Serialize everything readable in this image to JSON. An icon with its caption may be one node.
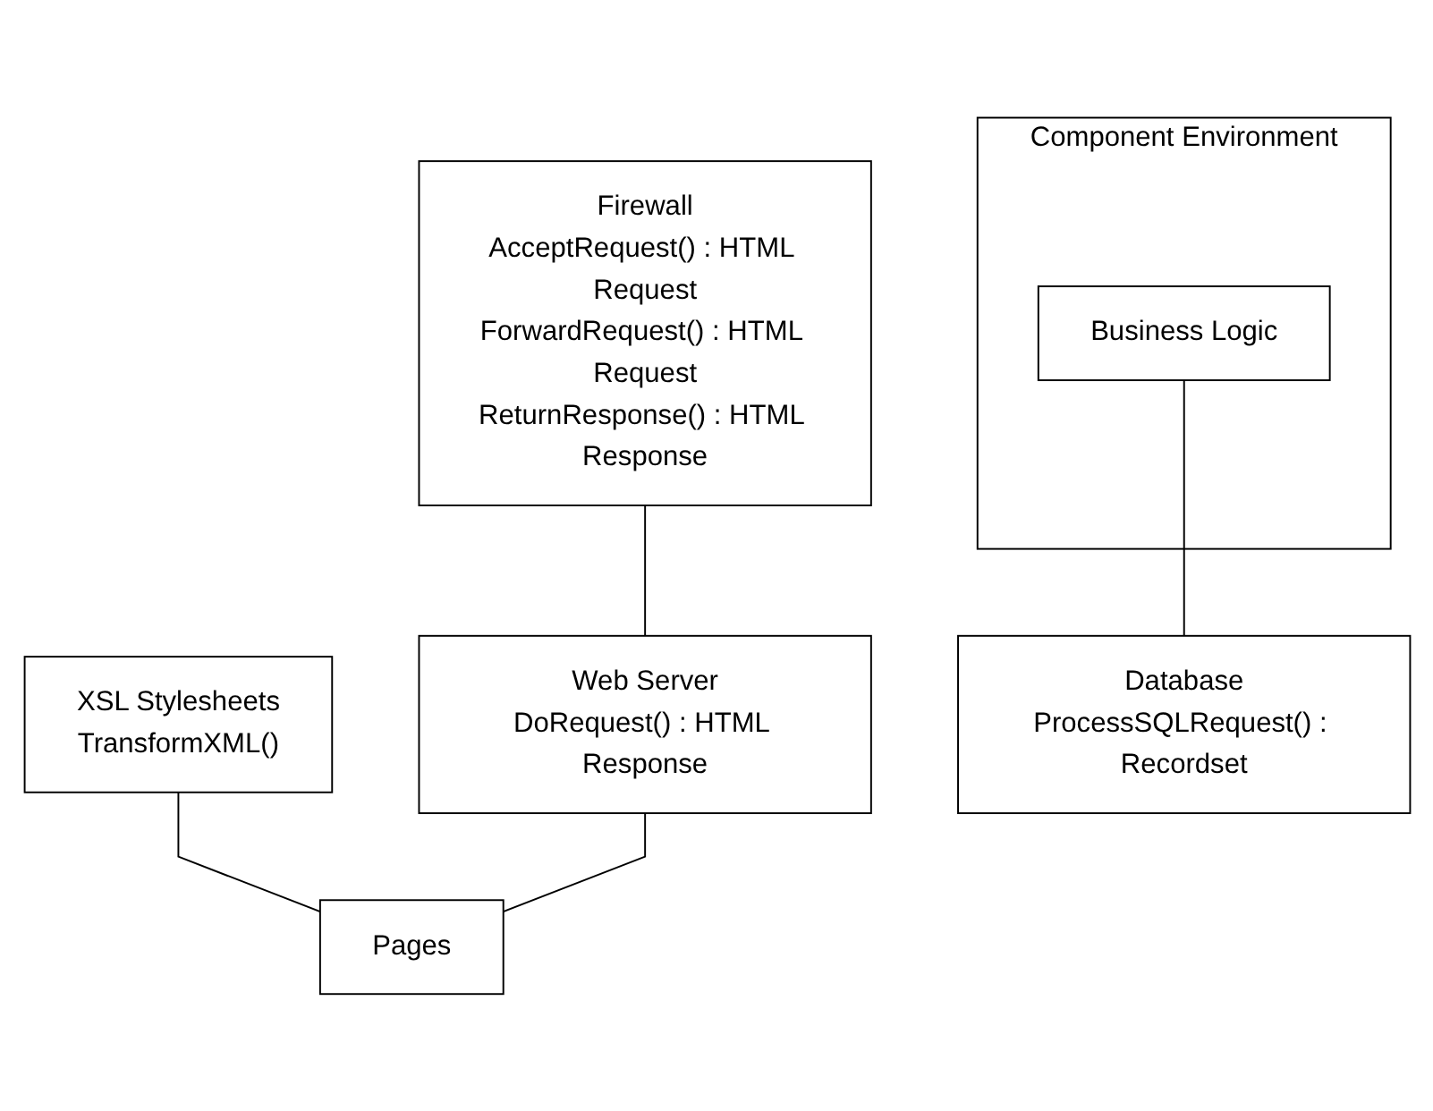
{
  "diagram": {
    "nodes": [
      {
        "text": [
          "Firewall",
          "AcceptRequest() : HTML Request",
          "ForwardRequest() : HTML Request",
          "ReturnResponse() : HTML Response"
        ]
      },
      {
        "text": [
          "XSL Stylesheets",
          "TransformXML()"
        ]
      },
      {
        "text": [
          "Web Server",
          "DoRequest() : HTML Response"
        ]
      },
      {
        "text": [
          "Pages"
        ]
      },
      {
        "text": [
          "Component Environment"
        ]
      },
      {
        "text": [
          "Business Logic"
        ],
        "in": 4
      },
      {
        "text": [
          "Database",
          "ProcessSQLRequest() : Recordset"
        ]
      }
    ],
    "edges": [
      {
        "from": 0,
        "to": 2,
        "arrow": "none"
      },
      {
        "from": 1,
        "to": 3,
        "arrow": "none"
      },
      {
        "from": 2,
        "to": 3,
        "arrow": "none"
      },
      {
        "from": 5,
        "to": 6,
        "arrow": "none"
      }
    ]
  }
}
